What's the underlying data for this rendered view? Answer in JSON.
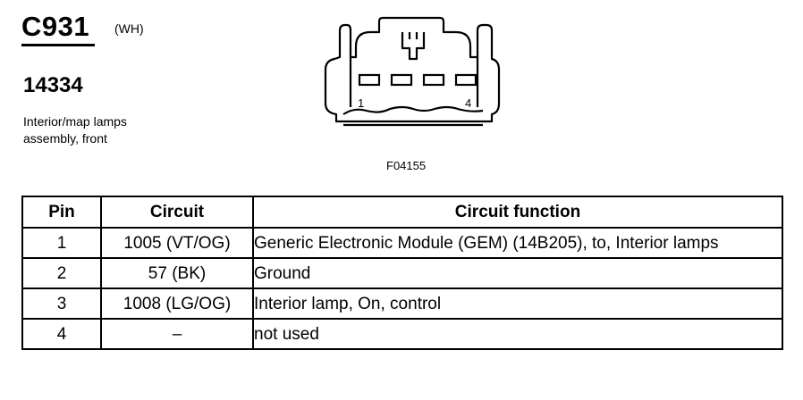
{
  "header": {
    "connector_id": "C931",
    "connector_color": "(WH)",
    "part_number": "14334",
    "description_line1": "Interior/map lamps",
    "description_line2": "assembly, front"
  },
  "diagram": {
    "figure_id": "F04155",
    "pin_label_first": "1",
    "pin_label_last": "4"
  },
  "table": {
    "headers": {
      "pin": "Pin",
      "circuit": "Circuit",
      "function": "Circuit function"
    },
    "rows": [
      {
        "pin": "1",
        "circuit": "1005 (VT/OG)",
        "function": "Generic Electronic Module (GEM) (14B205), to, Interior lamps"
      },
      {
        "pin": "2",
        "circuit": "57 (BK)",
        "function": "Ground"
      },
      {
        "pin": "3",
        "circuit": "1008 (LG/OG)",
        "function": "Interior lamp, On, control"
      },
      {
        "pin": "4",
        "circuit": "–",
        "function": "not used"
      }
    ]
  }
}
